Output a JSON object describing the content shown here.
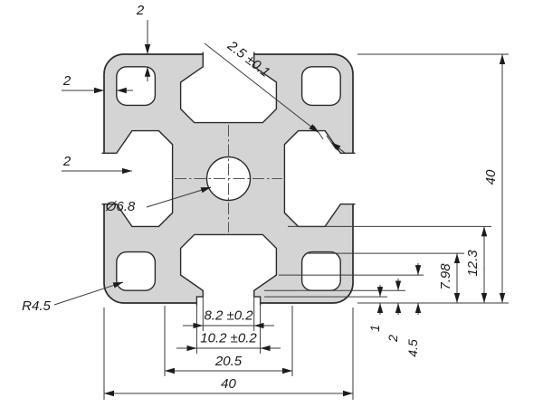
{
  "colors": {
    "background": "#ffffff",
    "profile_fill": "#d4d4d4",
    "outline": "#2b2b2b",
    "dimension_lines": "#3a3a3a",
    "text": "#1a1a1a"
  },
  "dims": {
    "overall_width": "40",
    "overall_height": "40",
    "slot_span": "20.5",
    "slot_outer_width": "10.2 ±0.2",
    "slot_opening_width": "8.2 ±0.2",
    "step_depth": "1",
    "lip_depth": "2",
    "underlip_depth": "4.5",
    "height_to_chamber": "7.98",
    "height_to_cavity": "12.3",
    "center_bore": "Ø6.8",
    "corner_radius": "R4.5",
    "lip_thickness": "2.5 ±0.1",
    "top_wall_thickness": "2",
    "left_wall_thickness": "2",
    "slot_wall_thickness": "2"
  }
}
